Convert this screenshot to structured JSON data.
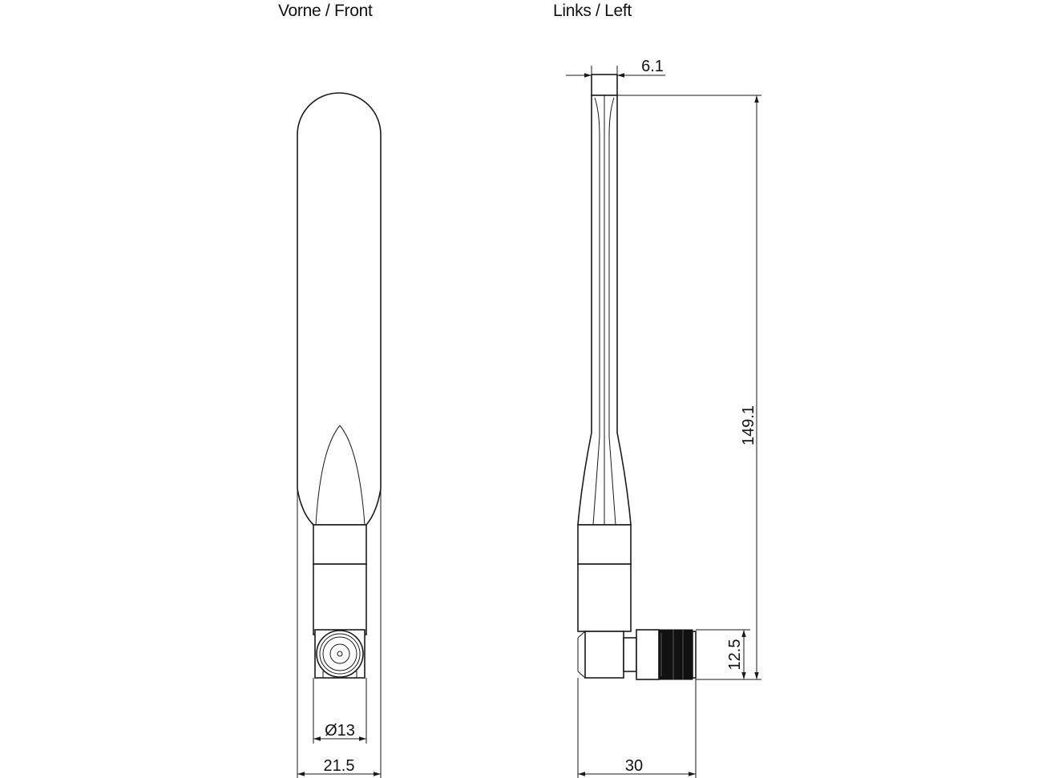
{
  "views": {
    "front_title": "Vorne / Front",
    "left_title": "Links / Left"
  },
  "dimensions": {
    "thickness": "6.1",
    "height": "149.1",
    "connector_offset": "12.5",
    "diameter": "Ø13",
    "width": "21.5",
    "depth": "30"
  },
  "colors": {
    "line": "#1a1a1a",
    "knurl": "#111111",
    "background": "#ffffff"
  }
}
